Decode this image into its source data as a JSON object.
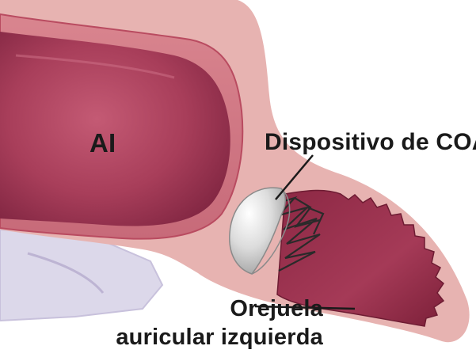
{
  "labels": {
    "left_atrium": "AI",
    "device": "Dispositivo de COAI",
    "appendage_line1": "Orejuela",
    "appendage_line2": "auricular izquierda"
  },
  "colors": {
    "tissue_outer": "#e7b3b1",
    "tissue_wall": "#c0596d",
    "cavity_dark": "#8f2d47",
    "cavity_light": "#b24a63",
    "appendage_inner": "#9a2e4a",
    "device_cap": "#d4d4d4",
    "device_frame": "#2a2a2a",
    "background_vessel": "#dcd8ea",
    "text": "#1a1a1a"
  }
}
